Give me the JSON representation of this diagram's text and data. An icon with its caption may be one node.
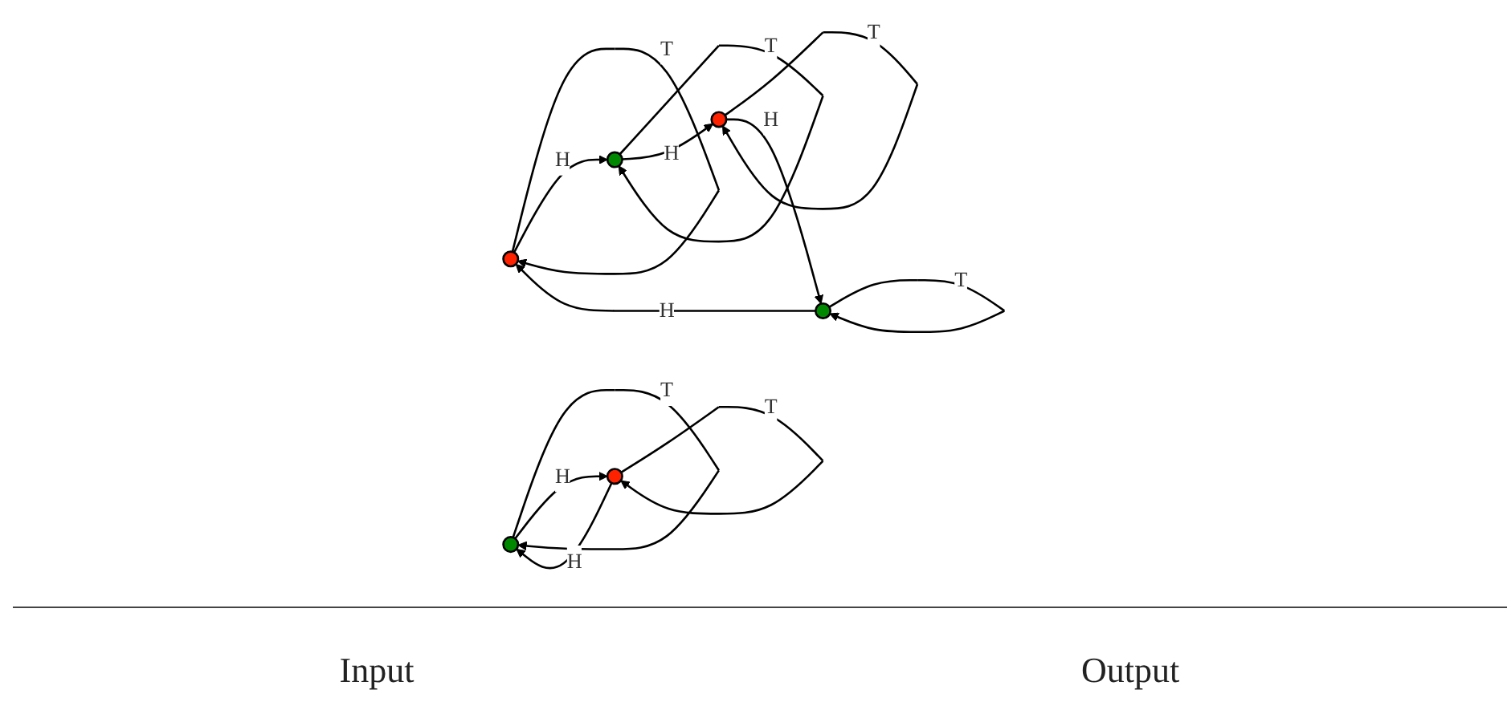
{
  "diagram": {
    "nodes": [
      {
        "text": [],
        "shape": "circle"
      },
      {
        "text": [],
        "shape": "circle"
      },
      {
        "text": [],
        "shape": "circle"
      },
      {
        "text": [],
        "shape": "circle"
      },
      {
        "text": [],
        "shape": "circle"
      },
      {
        "text": [],
        "shape": "circle"
      }
    ],
    "edges": [
      {
        "from": 0,
        "to": 0,
        "arrow": "to",
        "label": "T"
      },
      {
        "from": 1,
        "to": 1,
        "arrow": "to",
        "label": "T"
      },
      {
        "from": 2,
        "to": 2,
        "arrow": "to",
        "label": "T"
      },
      {
        "from": 3,
        "to": 3,
        "arrow": "to",
        "label": "T"
      },
      {
        "from": 0,
        "to": 1,
        "arrow": "to",
        "label": "H"
      },
      {
        "from": 1,
        "to": 3,
        "arrow": "to",
        "label": "H"
      },
      {
        "from": 3,
        "to": 2,
        "arrow": "to",
        "label": "H"
      },
      {
        "from": 2,
        "to": 0,
        "arrow": "to",
        "label": "H"
      },
      {
        "from": 4,
        "to": 4,
        "arrow": "to",
        "label": "T"
      },
      {
        "from": 5,
        "to": 5,
        "arrow": "to",
        "label": "T"
      },
      {
        "from": 4,
        "to": 5,
        "arrow": "to",
        "label": "H"
      },
      {
        "from": 5,
        "to": 4,
        "arrow": "to",
        "label": "H"
      }
    ],
    "labels": [
      "Input",
      "Output"
    ]
  }
}
